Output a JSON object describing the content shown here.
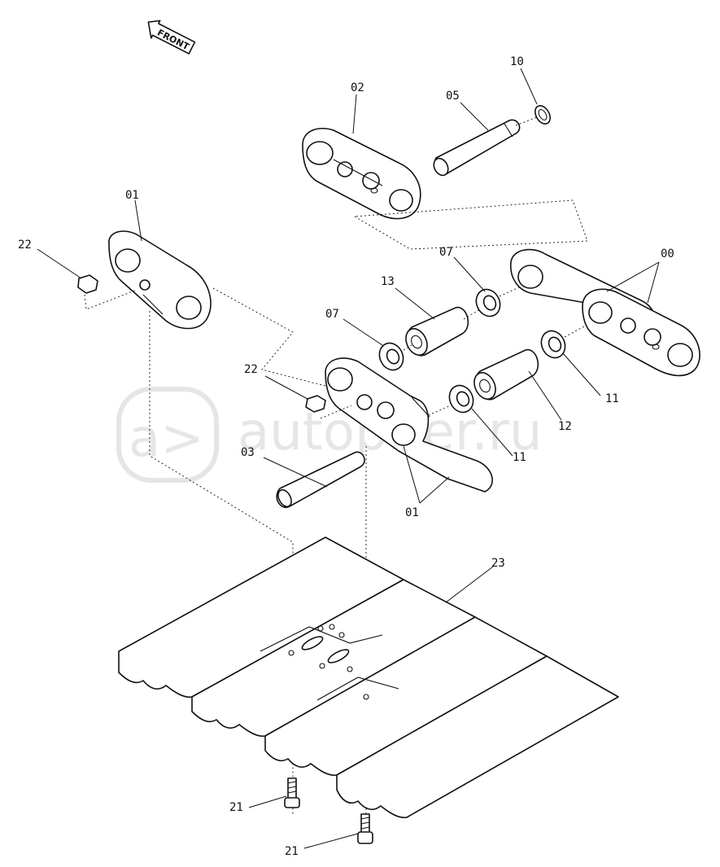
{
  "direction_label": "FRONT",
  "watermark": {
    "text": "autopiter.ru",
    "logo_glyph": "a>"
  },
  "labels": {
    "p00": "00",
    "p01_top": "01",
    "p01_bottom": "01",
    "p02": "02",
    "p03": "03",
    "p05": "05",
    "p07_upper": "07",
    "p07_lower": "07",
    "p10": "10",
    "p11_upper": "11",
    "p11_lower": "11",
    "p12": "12",
    "p13": "13",
    "p21_upper": "21",
    "p21_lower": "21",
    "p22_left": "22",
    "p22_mid": "22",
    "p23": "23"
  }
}
